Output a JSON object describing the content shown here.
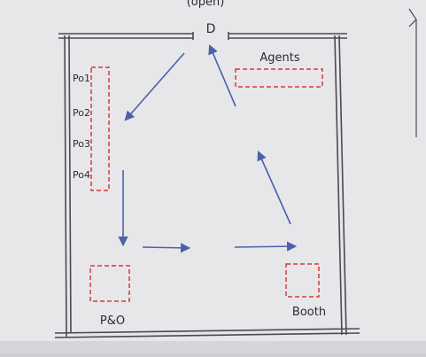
{
  "top_note": "(open)",
  "door_label": "D",
  "agents_label": "Agents",
  "counters": [
    {
      "label": "Po1"
    },
    {
      "label": "Po2"
    },
    {
      "label": "Po3"
    },
    {
      "label": "Po4"
    }
  ],
  "pro_label": "P&O",
  "booth_label": "Booth",
  "colors": {
    "paper": "#e7e7ea",
    "wall": "#4a4a52",
    "dashed_box": "#d23a3a",
    "arrow": "#4a62a8",
    "ink": "#2a2a33"
  }
}
